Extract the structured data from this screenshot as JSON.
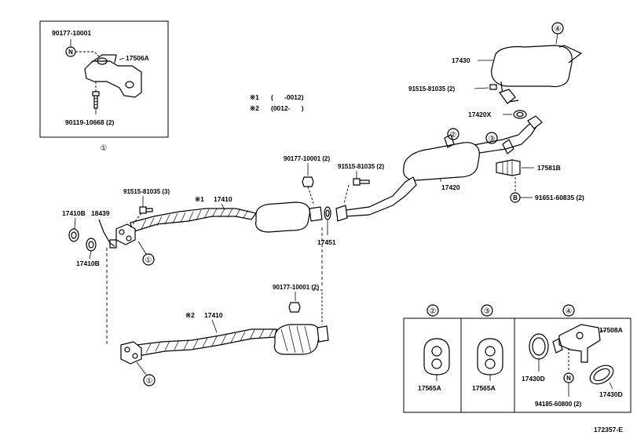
{
  "notes": {
    "note1_mark": "※1",
    "note1_range": "(      -0012)",
    "note2_mark": "※2",
    "note2_range": "(0012-      )"
  },
  "inset_detail": {
    "callout": "①",
    "parts": {
      "nut": "90177-10001",
      "bracket": "17506A",
      "bolt": "90119-10668 (2)"
    },
    "n_mark": "N"
  },
  "main_parts": {
    "muffler_tail": "17430",
    "bolt_tail": "91515-81035 (2)",
    "gasket_tail": "17420X",
    "center_pipe": "17420",
    "spring": "17581B",
    "bolt_b": "91651-60835 (2)",
    "b_mark": "B",
    "nut_mid": "90177-10001 (2)",
    "bolt_mid": "91515-81035 (2)",
    "gasket_mid": "17451",
    "bolt_front": "91515-81035 (3)",
    "front_pipe_1": "17410",
    "front_pipe_1_mark": "※1",
    "gasket_b1": "17410B",
    "gasket_b2": "17410B",
    "sensor": "18439",
    "nut_lower": "90177-10001 (2)",
    "front_pipe_2": "17410",
    "front_pipe_2_mark": "※2"
  },
  "callouts": {
    "c1_upper": "①",
    "c1_lower": "①",
    "c2": "②",
    "c3": "③",
    "c4": "④"
  },
  "detail_box": {
    "panel2": {
      "callout": "②",
      "part": "17565A"
    },
    "panel3": {
      "callout": "③",
      "part": "17565A"
    },
    "panel4": {
      "callout": "④",
      "bracket": "17508A",
      "gasket_left": "17430D",
      "gasket_right": "17430D",
      "nut": "94185-60800 (2)",
      "n_mark": "N"
    }
  },
  "figure_id": "172357-E"
}
